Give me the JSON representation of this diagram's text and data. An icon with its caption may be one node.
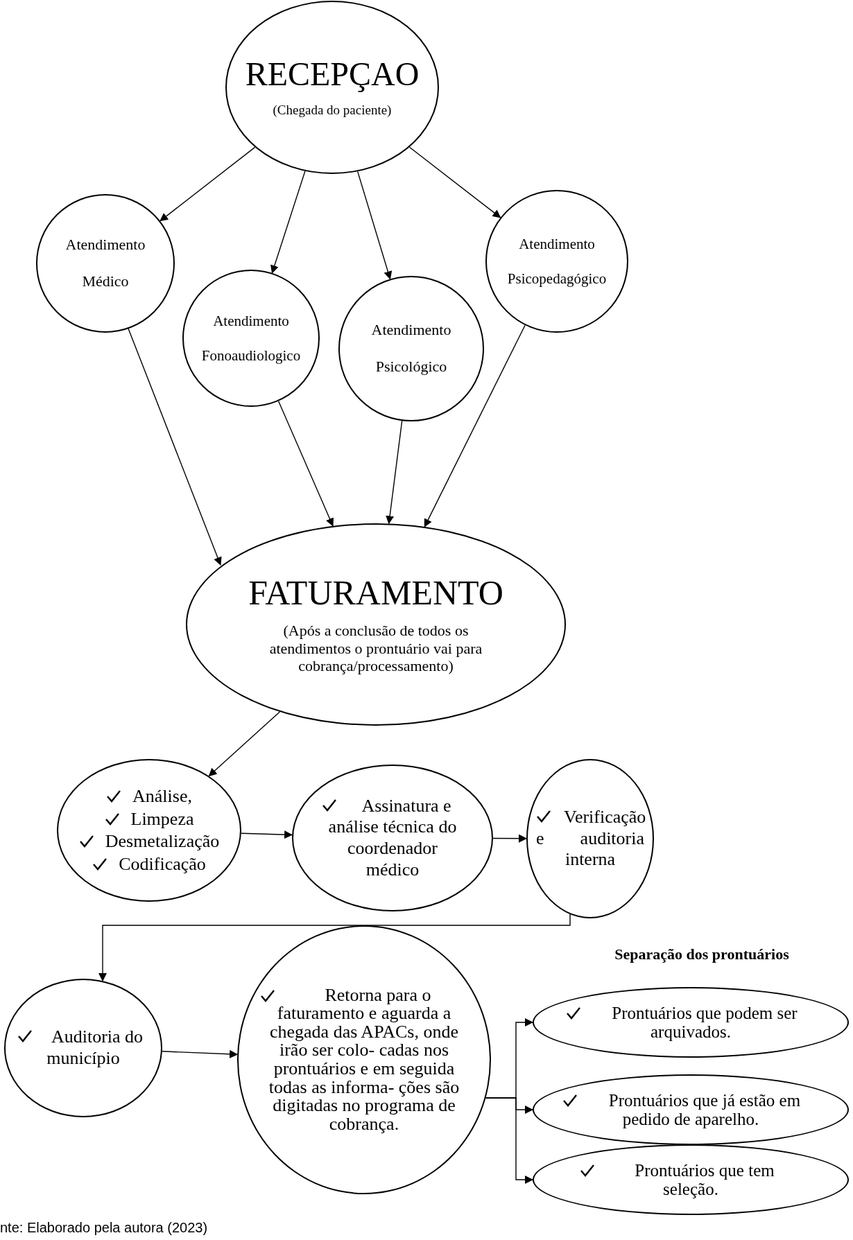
{
  "diagram": {
    "caption": "nte: Elaborado pela autora (2023)",
    "nodes": [
      {
        "text": [
          "RECEPÇAO",
          "(Chegada do paciente)"
        ]
      },
      {
        "text": [
          "Atendimento Médico"
        ]
      },
      {
        "text": [
          "Atendimento Fonoaudiologico"
        ]
      },
      {
        "text": [
          "Atendimento Psicológico"
        ]
      },
      {
        "text": [
          "Atendimento Psicopedagógico"
        ]
      },
      {
        "text": [
          "FATURAMENTO",
          "(Após a conclusão de todos os atendimentos o prontuário vai para cobrança/processamento)"
        ]
      },
      {
        "text": [
          "Análise,",
          "Limpeza",
          "Desmetalização",
          "Codificação"
        ]
      },
      {
        "text": [
          "Assinatura e análise técnica do coordenador médico"
        ]
      },
      {
        "text": [
          "Verificação e auditoria interna"
        ]
      },
      {
        "text": [
          "Auditoria do município"
        ]
      },
      {
        "text": [
          "Retorna para o faturamento e aguarda a chegada das APACs, onde irão ser colo- cadas nos prontuários e em seguida todas as informa- ções são digitadas no programa de cobrança."
        ]
      },
      {
        "text": [
          "Prontuários que podem ser arquivados."
        ]
      },
      {
        "text": [
          "Prontuários que já estão em pedido de aparelho."
        ]
      },
      {
        "text": [
          "Prontuários que tem seleção."
        ]
      }
    ],
    "edges": [
      {
        "from": 0,
        "to": 1,
        "arrow": "to"
      },
      {
        "from": 0,
        "to": 2,
        "arrow": "to"
      },
      {
        "from": 0,
        "to": 3,
        "arrow": "to"
      },
      {
        "from": 0,
        "to": 4,
        "arrow": "to"
      },
      {
        "from": 1,
        "to": 5,
        "arrow": "to"
      },
      {
        "from": 2,
        "to": 5,
        "arrow": "to"
      },
      {
        "from": 3,
        "to": 5,
        "arrow": "to"
      },
      {
        "from": 4,
        "to": 5,
        "arrow": "to"
      },
      {
        "from": 5,
        "to": 6,
        "arrow": "to"
      },
      {
        "from": 6,
        "to": 7,
        "arrow": "to"
      },
      {
        "from": 7,
        "to": 8,
        "arrow": "to"
      },
      {
        "from": 8,
        "to": 9,
        "arrow": "to"
      },
      {
        "from": 9,
        "to": 10,
        "arrow": "to"
      },
      {
        "from": 10,
        "to": 11,
        "arrow": "to"
      },
      {
        "from": 10,
        "to": 12,
        "arrow": "to"
      },
      {
        "from": 10,
        "to": 13,
        "arrow": "to"
      }
    ],
    "labels": [
      "Separação dos prontuários"
    ]
  }
}
